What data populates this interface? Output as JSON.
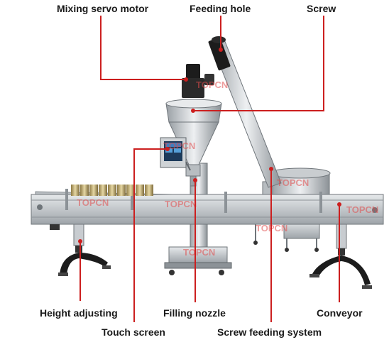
{
  "labels": {
    "mixing_servo_motor": "Mixing servo motor",
    "feeding_hole": "Feeding hole",
    "screw": "Screw",
    "height_adjusting": "Height adjusting",
    "filling_nozzle": "Filling nozzle",
    "conveyor": "Conveyor",
    "touch_screen": "Touch screen",
    "screw_feeding_system": "Screw feeding system"
  },
  "watermark": "TOPCN",
  "colors": {
    "leader_line": "#cc1f1f",
    "steel_light": "#d9dde0",
    "steel_mid": "#a8aeb3",
    "steel_dark": "#6f757a",
    "black_part": "#1c1c1c",
    "can_gold": "#c8b47a"
  }
}
